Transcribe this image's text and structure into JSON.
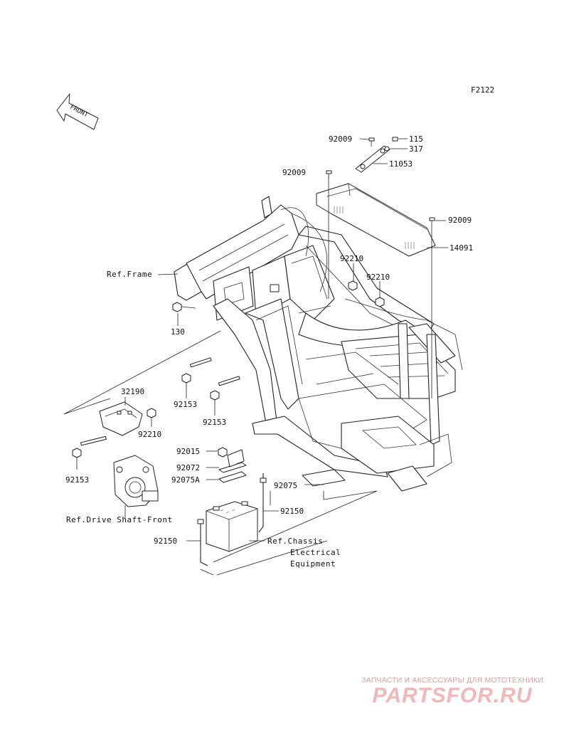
{
  "figure_code": "F2122",
  "front_arrow_text": "FRONT",
  "refs": {
    "frame": "Ref.Frame",
    "drive_shaft": "Ref.Drive Shaft-Front",
    "chassis_line1": "Ref.Chassis",
    "chassis_line2": "Electrical",
    "chassis_line3": "Equipment"
  },
  "parts": {
    "p92009_a": "92009",
    "p115": "115",
    "p317": "317",
    "p92009_b": "92009",
    "p11053": "11053",
    "p92009_c": "92009",
    "p14091": "14091",
    "p92210_a": "92210",
    "p92210_b": "92210",
    "p130": "130",
    "p32190": "32190",
    "p92153_a": "92153",
    "p92153_b": "92153",
    "p92210_c": "92210",
    "p92153_c": "92153",
    "p92015": "92015",
    "p92072": "92072",
    "p92075A": "92075A",
    "p92075": "92075",
    "p92150_a": "92150",
    "p92150_b": "92150"
  },
  "watermark": {
    "tagline": "ЗАПЧАСТИ И АКСЕССУАРЫ ДЛЯ МОТОТЕХНИКИ",
    "logo": "PARTSFOR.RU"
  }
}
